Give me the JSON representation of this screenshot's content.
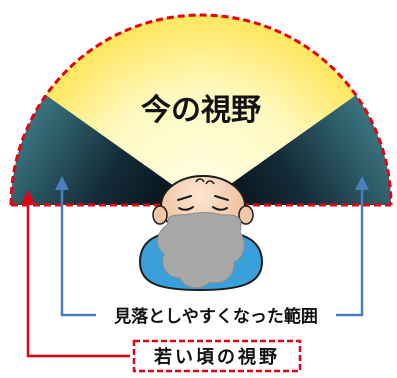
{
  "diagram": {
    "current_view_label": "今の視野",
    "overlooked_range_label": "見落としやすくなった範囲",
    "young_view_label": "若い頃の視野"
  },
  "colors": {
    "bright_yellow": "#fff8b0",
    "dark_blind": "#0c2430",
    "red_dashed": "#e60012",
    "blue_arrow": "#4a7fbd",
    "head_blue": "#3aa0dc",
    "beard_gray": "#a8a8a8",
    "skin": "#f6d4b8"
  }
}
